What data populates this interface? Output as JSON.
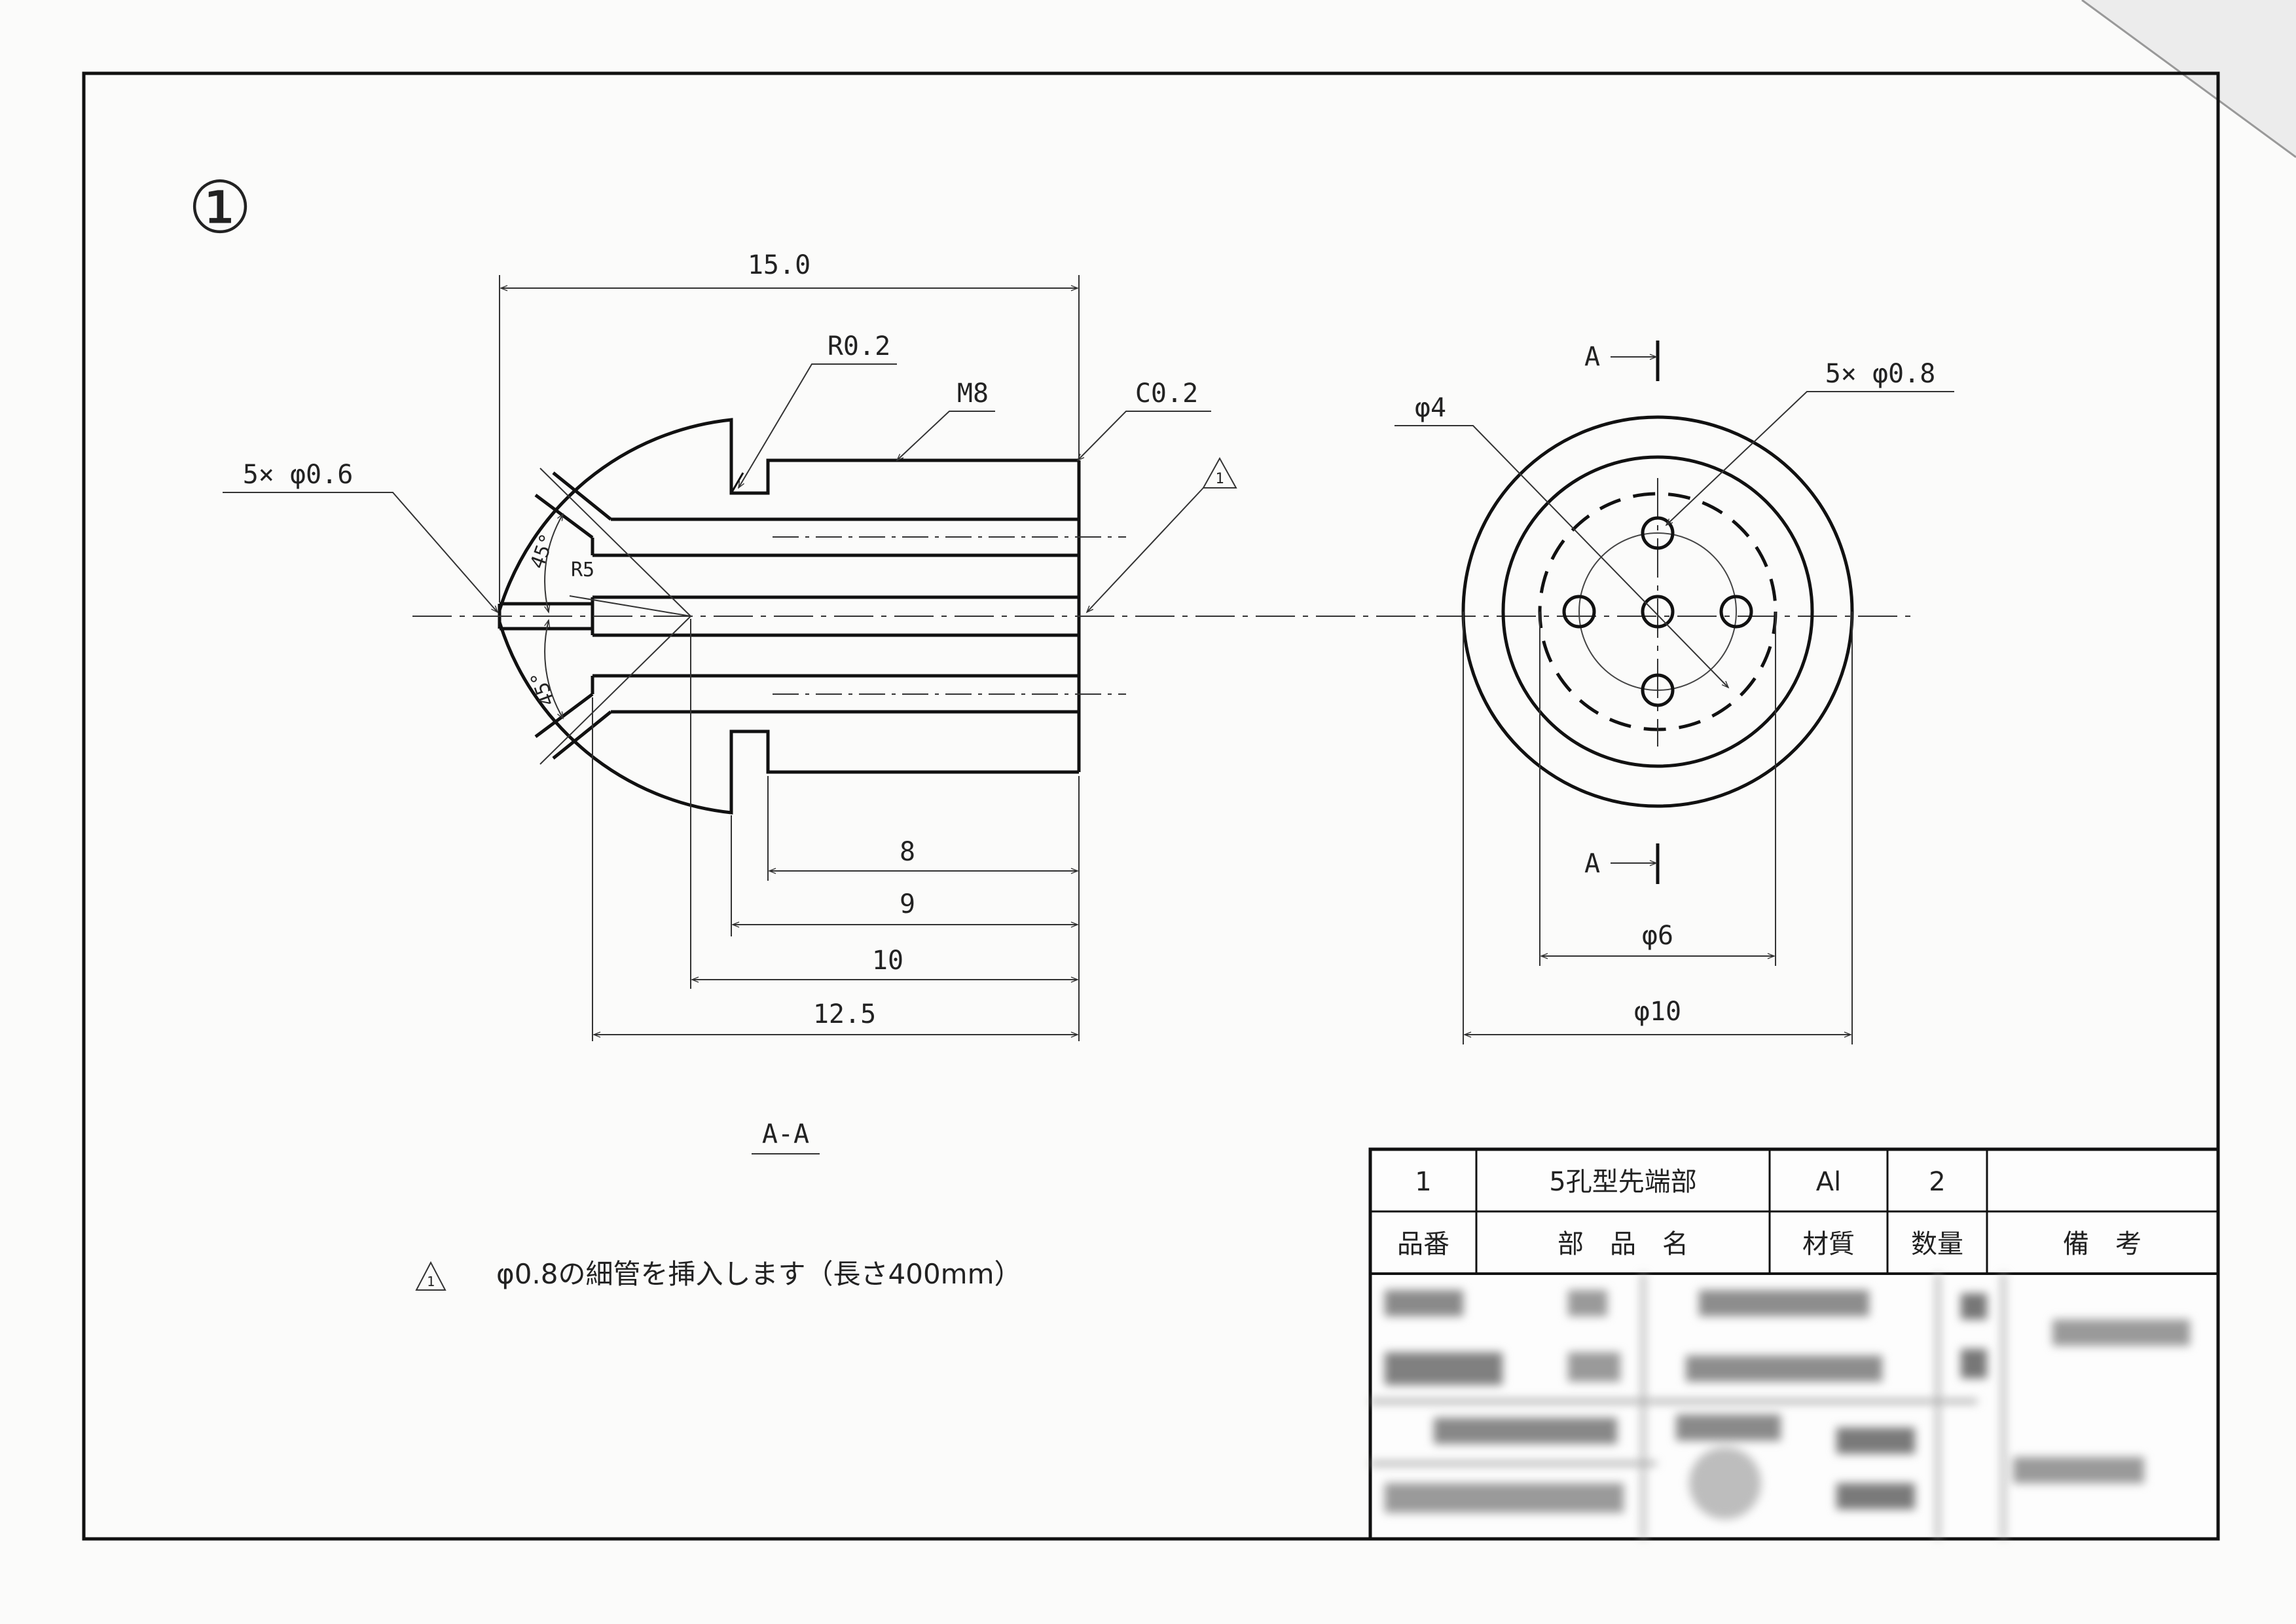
{
  "sheet_number": "①",
  "section": {
    "label": "A-A",
    "dims": {
      "overall_length": "15.0",
      "fillet": "R0.2",
      "thread": "M8",
      "chamfer": "C0.2",
      "holes": "5× φ0.6",
      "sphere_radius": "R5",
      "angle_upper": "45°",
      "angle_lower": "45°",
      "len_8": "8",
      "len_9": "9",
      "len_10": "10",
      "len_12_5": "12.5"
    },
    "note_marker": "1"
  },
  "end_view": {
    "cut_label_top": "A",
    "cut_label_bottom": "A",
    "pcd_label": "φ4",
    "holes_label": "5× φ0.8",
    "dia_6": "φ6",
    "dia_10": "φ10"
  },
  "note": {
    "marker": "1",
    "text": "φ0.8の細管を挿入します（長さ400mm）"
  },
  "title_block": {
    "part_row": {
      "number": "1",
      "name": "5孔型先端部",
      "material": "Al",
      "quantity": "2",
      "remarks": ""
    },
    "header_row": {
      "number": "品番",
      "name": "部　品　名",
      "material": "材質",
      "quantity": "数量",
      "remarks": "備　考"
    }
  }
}
